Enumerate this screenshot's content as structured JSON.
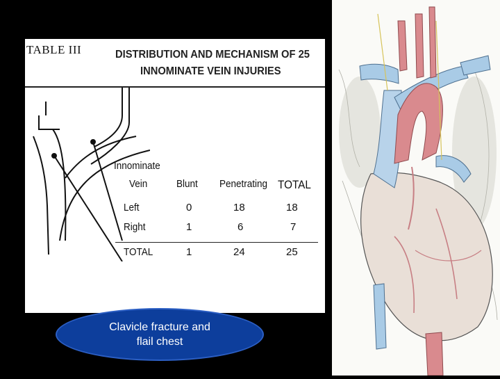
{
  "table": {
    "label": "TABLE III",
    "title_line1": "DISTRIBUTION AND MECHANISM OF 25",
    "title_line2": "INNOMINATE VEIN INJURIES",
    "header": {
      "vein_line1": "Innominate",
      "vein_line2": "Vein",
      "blunt": "Blunt",
      "penetrating": "Penetrating",
      "total": "TOTAL"
    },
    "rows": [
      {
        "label": "Left",
        "blunt": "0",
        "penetrating": "18",
        "total": "18"
      },
      {
        "label": "Right",
        "blunt": "1",
        "penetrating": "6",
        "total": "7"
      }
    ],
    "totals": {
      "label": "TOTAL",
      "blunt": "1",
      "penetrating": "24",
      "total": "25"
    }
  },
  "caption": {
    "line1": "Clavicle fracture and",
    "line2": "flail chest"
  },
  "colors": {
    "background": "#000000",
    "oval_fill": "#0d3e9c",
    "vein_blue": "#a9cbe6",
    "artery_red": "#d98a8e"
  }
}
